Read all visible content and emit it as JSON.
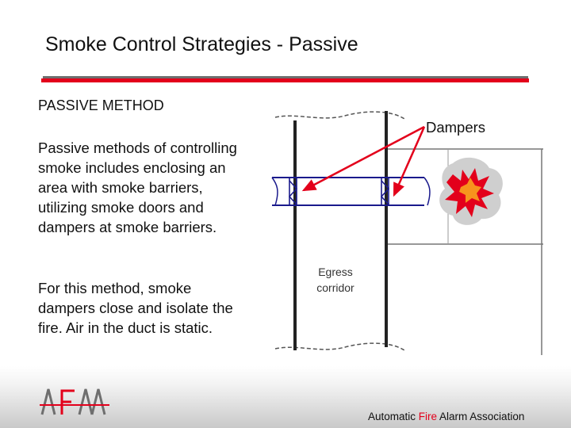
{
  "slide": {
    "title": "Smoke Control Strategies - Passive",
    "heading": "PASSIVE METHOD",
    "paragraphs": [
      "Passive methods of controlling smoke includes enclosing an area with smoke barriers, utilizing smoke doors and dampers at smoke barriers.",
      "For this method, smoke dampers close and isolate the fire.  Air in the duct is static."
    ]
  },
  "diagram": {
    "dampers_label": "Dampers",
    "corridor_label_line1": "Egress",
    "corridor_label_line2": "corridor"
  },
  "footer": {
    "logo_text": "AFAA",
    "org_part1": "Automatic ",
    "org_part2": "Fire",
    "org_part3": " Alarm Association"
  },
  "colors": {
    "accent_red": "#e3001b",
    "rule_gray": "#6e6e6e",
    "duct_blue": "#1a1a8c",
    "arrow_red": "#e3001b",
    "fire_orange": "#f26522"
  },
  "icons": [
    "fire-icon",
    "damper-icon",
    "arrow-icon",
    "afaa-logo"
  ]
}
